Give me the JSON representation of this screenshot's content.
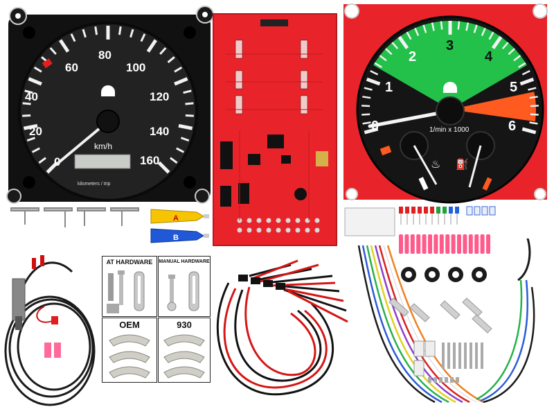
{
  "speedometer": {
    "numbers": [
      "20",
      "40",
      "60",
      "80",
      "100",
      "120",
      "140",
      "160"
    ],
    "zero": "0",
    "unit": "km/h",
    "odo_caption": "kilometers / trip"
  },
  "tachometer": {
    "numbers": [
      "0",
      "1",
      "2",
      "3",
      "4",
      "5",
      "6"
    ],
    "unit": "1/min x 1000"
  },
  "hardware_labels": {
    "auto": "AT HARDWARE",
    "manual": "MANUAL HARDWARE",
    "oem": "OEM",
    "model930": "930"
  },
  "adhesive": {
    "tube_a": "A",
    "tube_b": "B"
  },
  "colors": {
    "pcb_red": "#e8242a",
    "gauge_black": "#1d1d1d",
    "tach_green": "#23c04a",
    "tach_redline": "#ff5a20"
  }
}
